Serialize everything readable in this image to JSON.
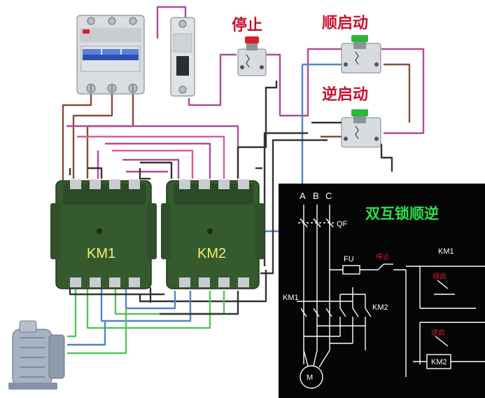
{
  "labels": {
    "stop": "停止",
    "forward_start": "顺启动",
    "reverse_start": "逆启动",
    "contactor_1": "KM1",
    "contactor_2": "KM2"
  },
  "schematic": {
    "title": "双互锁顺逆",
    "phase_a": "A",
    "phase_b": "B",
    "phase_c": "C",
    "breaker": "QF",
    "fuse": "FU",
    "motor": "M",
    "km1_main": "KM1",
    "km2_main": "KM2",
    "km1_ctrl": "KM1",
    "km2_ctrl": "KM2",
    "stop_small": "停止",
    "fwd_small": "顺启",
    "rev_small": "逆启"
  },
  "colors": {
    "wire_purple": "#b04a9a",
    "wire_pink": "#e0589a",
    "wire_dark": "#333333",
    "wire_blue": "#4f86c6",
    "wire_green": "#55c45a",
    "wire_brown": "#8a4a3a",
    "contactor_green": "#355a2e",
    "schematic_bg": "#050505",
    "label_red": "#c8102e",
    "title_green": "#2ee04a"
  }
}
